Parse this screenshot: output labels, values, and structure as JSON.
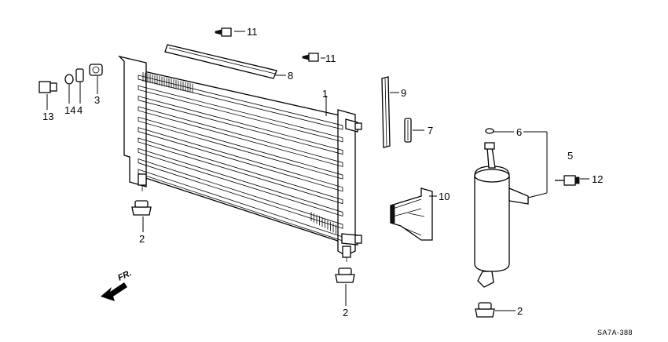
{
  "callouts": {
    "c1": "1",
    "c2a": "2",
    "c2b": "2",
    "c2c": "2",
    "c3": "3",
    "c4": "4",
    "c5": "5",
    "c6": "6",
    "c7": "7",
    "c8": "8",
    "c9": "9",
    "c10": "10",
    "c11a": "11",
    "c11b": "11",
    "c12": "12",
    "c13": "13",
    "c14": "14"
  },
  "direction_label": "FR.",
  "diagram_code": "SA7A-388"
}
